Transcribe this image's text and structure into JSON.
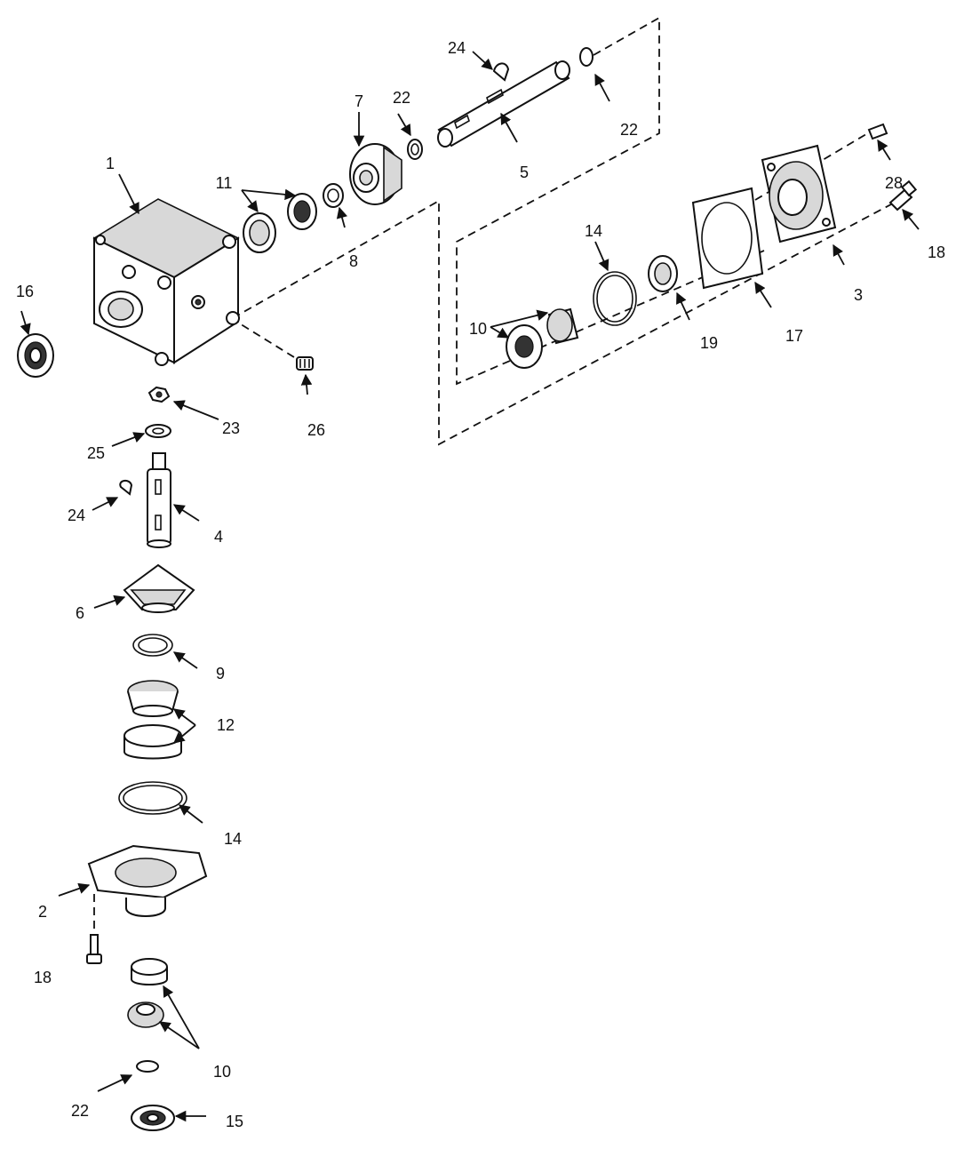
{
  "callouts": {
    "c1": "1",
    "c2": "2",
    "c3": "3",
    "c4": "4",
    "c5": "5",
    "c6": "6",
    "c7": "7",
    "c8": "8",
    "c9": "9",
    "c10a": "10",
    "c10b": "10",
    "c11": "11",
    "c12": "12",
    "c14a": "14",
    "c14b": "14",
    "c15": "15",
    "c16": "16",
    "c17": "17",
    "c18a": "18",
    "c18b": "18",
    "c19": "19",
    "c22a": "22",
    "c22b": "22",
    "c22c": "22",
    "c23": "23",
    "c24a": "24",
    "c24b": "24",
    "c25": "25",
    "c26": "26",
    "c28": "28"
  },
  "colors": {
    "ink": "#111111",
    "paper": "#ffffff",
    "shade": "#d8d8d8"
  }
}
